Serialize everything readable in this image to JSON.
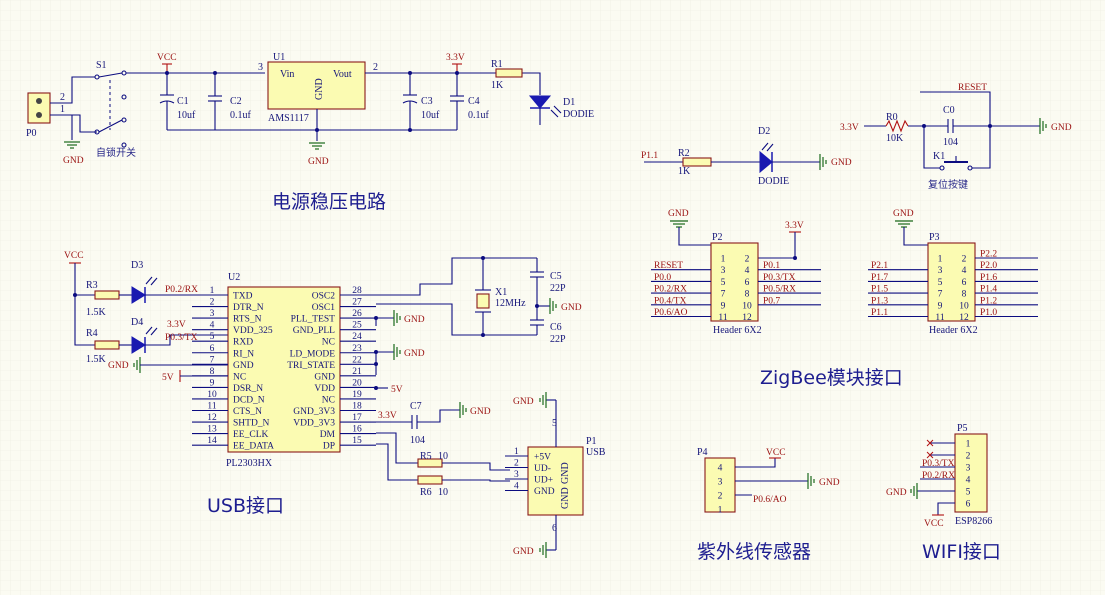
{
  "sections": {
    "power": "电源稳压电路",
    "usb": "USB接口",
    "zigbee": "ZigBee模块接口",
    "uv": "紫外线传感器",
    "wifi": "WIFI接口"
  },
  "nets": {
    "vcc": "VCC",
    "v33": "3.3V",
    "v5": "5V",
    "gnd": "GND",
    "reset": "RESET",
    "p11": "P1.1",
    "p02rx": "P0.2/RX",
    "p03tx": "P0.3/TX",
    "p06ao": "P0.6/AO"
  },
  "power": {
    "p0": "P0",
    "s1": "S1",
    "s1_desc": "自锁开关",
    "c1": "C1",
    "c1v": "10uf",
    "c2": "C2",
    "c2v": "0.1uf",
    "u1": "U1",
    "u1_vin": "Vin",
    "u1_vout": "Vout",
    "u1_gnd": "GND",
    "u1_part": "AMS1117",
    "pin3": "3",
    "pin2": "2",
    "p0_pin2": "2",
    "p0_pin1": "1",
    "c3": "C3",
    "c3v": "10uf",
    "c4": "C4",
    "c4v": "0.1uf",
    "r1": "R1",
    "r1v": "1K",
    "d1": "D1",
    "d1v": "DODIE"
  },
  "indicator": {
    "r2": "R2",
    "r2v": "1K",
    "d2": "D2",
    "d2v": "DODIE"
  },
  "reset": {
    "r0": "R0",
    "r0v": "10K",
    "c0": "C0",
    "c0v": "104",
    "k1": "K1",
    "k1_desc": "复位按键"
  },
  "usbblock": {
    "r3": "R3",
    "r3v": "1.5K",
    "r4": "R4",
    "r4v": "1.5K",
    "d3": "D3",
    "d4": "D4",
    "u2": "U2",
    "u2_part": "PL2303HX",
    "left_pins": [
      {
        "name": "TXD",
        "num": "1"
      },
      {
        "name": "DTR_N",
        "num": "2"
      },
      {
        "name": "RTS_N",
        "num": "3"
      },
      {
        "name": "VDD_325",
        "num": "4"
      },
      {
        "name": "RXD",
        "num": "5"
      },
      {
        "name": "RI_N",
        "num": "6"
      },
      {
        "name": "GND",
        "num": "7"
      },
      {
        "name": "NC",
        "num": "8"
      },
      {
        "name": "DSR_N",
        "num": "9"
      },
      {
        "name": "DCD_N",
        "num": "10"
      },
      {
        "name": "CTS_N",
        "num": "11"
      },
      {
        "name": "SHTD_N",
        "num": "12"
      },
      {
        "name": "EE_CLK",
        "num": "13"
      },
      {
        "name": "EE_DATA",
        "num": "14"
      }
    ],
    "right_pins": [
      {
        "name": "OSC2",
        "num": "28"
      },
      {
        "name": "OSC1",
        "num": "27"
      },
      {
        "name": "PLL_TEST",
        "num": "26"
      },
      {
        "name": "GND_PLL",
        "num": "25"
      },
      {
        "name": "NC",
        "num": "24"
      },
      {
        "name": "LD_MODE",
        "num": "23"
      },
      {
        "name": "TRI_STATE",
        "num": "22"
      },
      {
        "name": "GND",
        "num": "21"
      },
      {
        "name": "VDD",
        "num": "20"
      },
      {
        "name": "NC",
        "num": "19"
      },
      {
        "name": "GND_3V3",
        "num": "18"
      },
      {
        "name": "VDD_3V3",
        "num": "17"
      },
      {
        "name": "DM",
        "num": "16"
      },
      {
        "name": "DP",
        "num": "15"
      }
    ],
    "x1": "X1",
    "x1v": "12MHz",
    "c5": "C5",
    "c5v": "22P",
    "c6": "C6",
    "c6v": "22P",
    "c7": "C7",
    "c7v": "104",
    "r5": "R5",
    "r5v": "10",
    "r6": "R6",
    "r6v": "10",
    "p1": "P1",
    "p1_type": "USB",
    "p1_pins": [
      "+5V",
      "UD-",
      "UD+",
      "GND"
    ],
    "p1_nums": [
      "1",
      "2",
      "3",
      "4"
    ],
    "p1_shield_top": "5",
    "p1_shield_bot": "6",
    "p1_gnd1": "GND",
    "p1_gnd2": "GND"
  },
  "zigbee": {
    "p2": "P2",
    "p2_left": [
      "RESET",
      "P0.0",
      "P0.2/RX",
      "P0.4/TX",
      "P0.6/AO"
    ],
    "p2_right": [
      "P0.1",
      "P0.3/TX",
      "P0.5/RX",
      "P0.7"
    ],
    "p2_type": "Header 6X2",
    "p3": "P3",
    "p3_left": [
      "P2.1",
      "P1.7",
      "P1.5",
      "P1.3",
      "P1.1"
    ],
    "p3_right": [
      "P2.2",
      "P2.0",
      "P1.6",
      "P1.4",
      "P1.2",
      "P1.0"
    ],
    "p3_type": "Header 6X2",
    "pin_rows": [
      [
        "1",
        "2"
      ],
      [
        "3",
        "4"
      ],
      [
        "5",
        "6"
      ],
      [
        "7",
        "8"
      ],
      [
        "9",
        "10"
      ],
      [
        "11",
        "12"
      ]
    ]
  },
  "uvblock": {
    "p4": "P4",
    "pins": [
      "4",
      "3",
      "2",
      "1"
    ]
  },
  "wifiblock": {
    "p5": "P5",
    "pins": [
      "1",
      "2",
      "3",
      "4",
      "5",
      "6"
    ],
    "part": "ESP8266"
  }
}
